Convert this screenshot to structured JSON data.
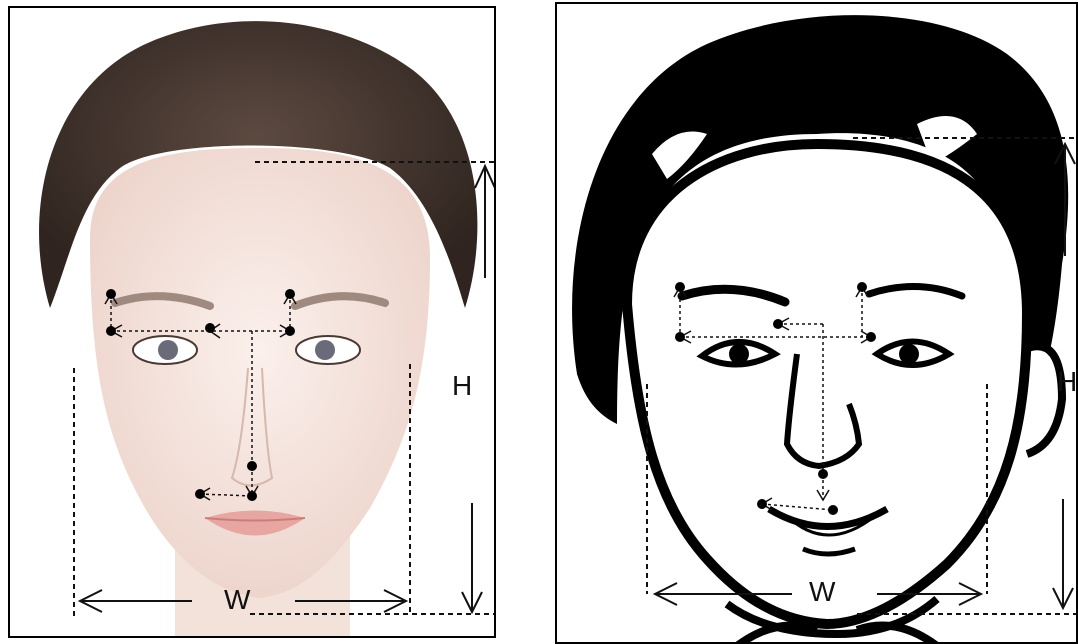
{
  "panels": [
    {
      "id": "photo",
      "labels": {
        "height": "H",
        "width": "W"
      }
    },
    {
      "id": "caricature",
      "labels": {
        "height": "H",
        "width": "W"
      }
    }
  ],
  "colors": {
    "ink": "#111111",
    "hair": "#4a3a33",
    "skin": "#f3e3dc",
    "lips": "#e8a6a2",
    "paper": "#ffffff"
  }
}
